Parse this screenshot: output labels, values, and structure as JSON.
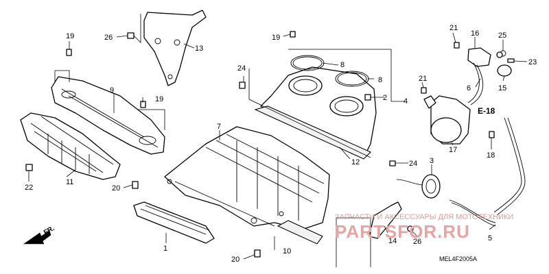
{
  "callouts": {
    "c1": "1",
    "c2": "2",
    "c3": "3",
    "c4": "4",
    "c5": "5",
    "c6": "6",
    "c7": "7",
    "c8a": "8",
    "c8b": "8",
    "c9": "9",
    "c10": "10",
    "c11": "11",
    "c12": "12",
    "c13": "13",
    "c14": "14",
    "c15": "15",
    "c16": "16",
    "c17": "17",
    "c18": "18",
    "c19a": "19",
    "c19b": "19",
    "c19c": "19",
    "c20a": "20",
    "c20b": "20",
    "c21a": "21",
    "c21b": "21",
    "c22": "22",
    "c23": "23",
    "c24a": "24",
    "c24b": "24",
    "c25": "25",
    "c26a": "26",
    "c26b": "26"
  },
  "reference": "E-18",
  "forward_label": "FR.",
  "diagram_code": "MEL4F2005A",
  "watermark": {
    "top": "ЗАПЧАСТИ И АКСЕССУАРЫ ДЛЯ МОТОТЕХНИКИ",
    "brand": "PARTSFOR.RU"
  },
  "colors": {
    "line": "#000000",
    "watermark": "#e9a3a3"
  }
}
